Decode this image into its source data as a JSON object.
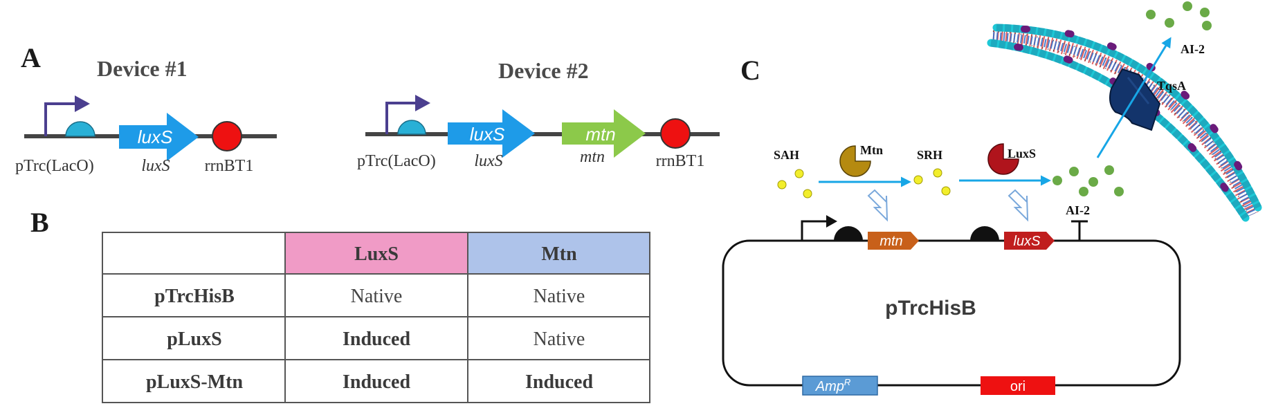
{
  "panels": {
    "a": {
      "label": "A"
    },
    "b": {
      "label": "B"
    },
    "c": {
      "label": "C"
    }
  },
  "device1": {
    "title": "Device #1",
    "gene": "luxS",
    "promoter_label": "pTrc(LacO)",
    "gene_label": "luxS",
    "terminator_label": "rrnBT1"
  },
  "device2": {
    "title": "Device #2",
    "gene1": "luxS",
    "gene2": "mtn",
    "promoter_label": "pTrc(LacO)",
    "gene1_label": "luxS",
    "gene2_label": "mtn",
    "terminator_label": "rrnBT1"
  },
  "table": {
    "headers": [
      "",
      "LuxS",
      "Mtn"
    ],
    "rows": [
      {
        "name": "pTrcHisB",
        "luxs": "Native",
        "mtn": "Native",
        "luxs_bold": false,
        "mtn_bold": false
      },
      {
        "name": "pLuxS",
        "luxs": "Induced",
        "mtn": "Native",
        "luxs_bold": true,
        "mtn_bold": false
      },
      {
        "name": "pLuxS-Mtn",
        "luxs": "Induced",
        "mtn": "Induced",
        "luxs_bold": true,
        "mtn_bold": true
      }
    ],
    "colors": {
      "luxs_header": "#f09bc6",
      "mtn_header": "#aec3ea",
      "border": "#555555"
    }
  },
  "pathway": {
    "sah": "SAH",
    "mtn_enzyme": "Mtn",
    "srh": "SRH",
    "luxs_enzyme": "LuxS",
    "ai2_extracellular": "AI-2",
    "transporter": "TqsA",
    "ai2_terminator": "AI-2"
  },
  "plasmid": {
    "name": "pTrcHisB",
    "gene_mtn": "mtn",
    "gene_luxs": "luxS",
    "amp": "Amp",
    "amp_sup": "R",
    "ori": "ori"
  },
  "colors": {
    "arrow_blue": "#1e9be8",
    "arrow_green": "#8cc94a",
    "promoter_arrow": "#4b3f8f",
    "promoter_bulb": "#29b0d6",
    "terminator_red": "#ee1111",
    "backbone": "#444444",
    "mtn_enzyme": "#b58a10",
    "luxs_enzyme": "#b0141c",
    "ai2_dots": "#6aaa47",
    "substrate_dots": "#f2ee2c",
    "tqsa": "#13346b",
    "mtn_gene": "#c8601a",
    "luxs_gene": "#c01e1e",
    "amp_box": "#5b9bd5",
    "ori_box": "#ee1111",
    "reaction_arrow": "#17a6e6"
  }
}
